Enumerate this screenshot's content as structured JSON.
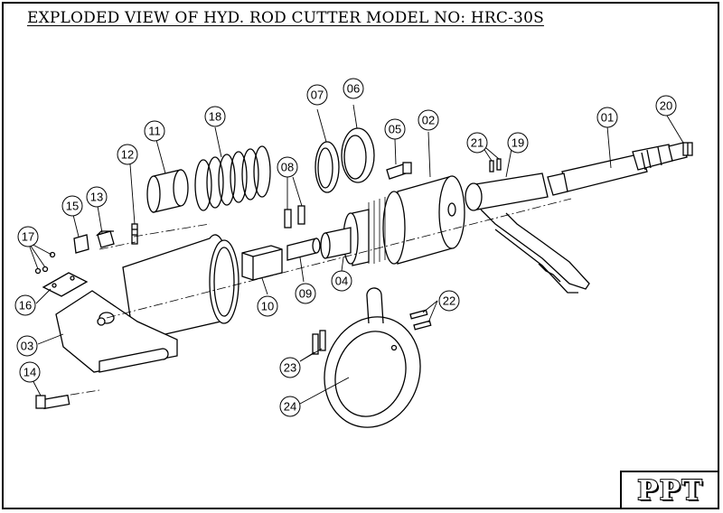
{
  "title": "EXPLODED VIEW OF HYD. ROD CUTTER MODEL NO: HRC-30S",
  "logo": "PPT",
  "callouts": [
    "01",
    "02",
    "03",
    "04",
    "05",
    "06",
    "07",
    "08",
    "09",
    "10",
    "11",
    "12",
    "13",
    "14",
    "15",
    "16",
    "17",
    "18",
    "19",
    "20",
    "21",
    "22",
    "23",
    "24"
  ]
}
